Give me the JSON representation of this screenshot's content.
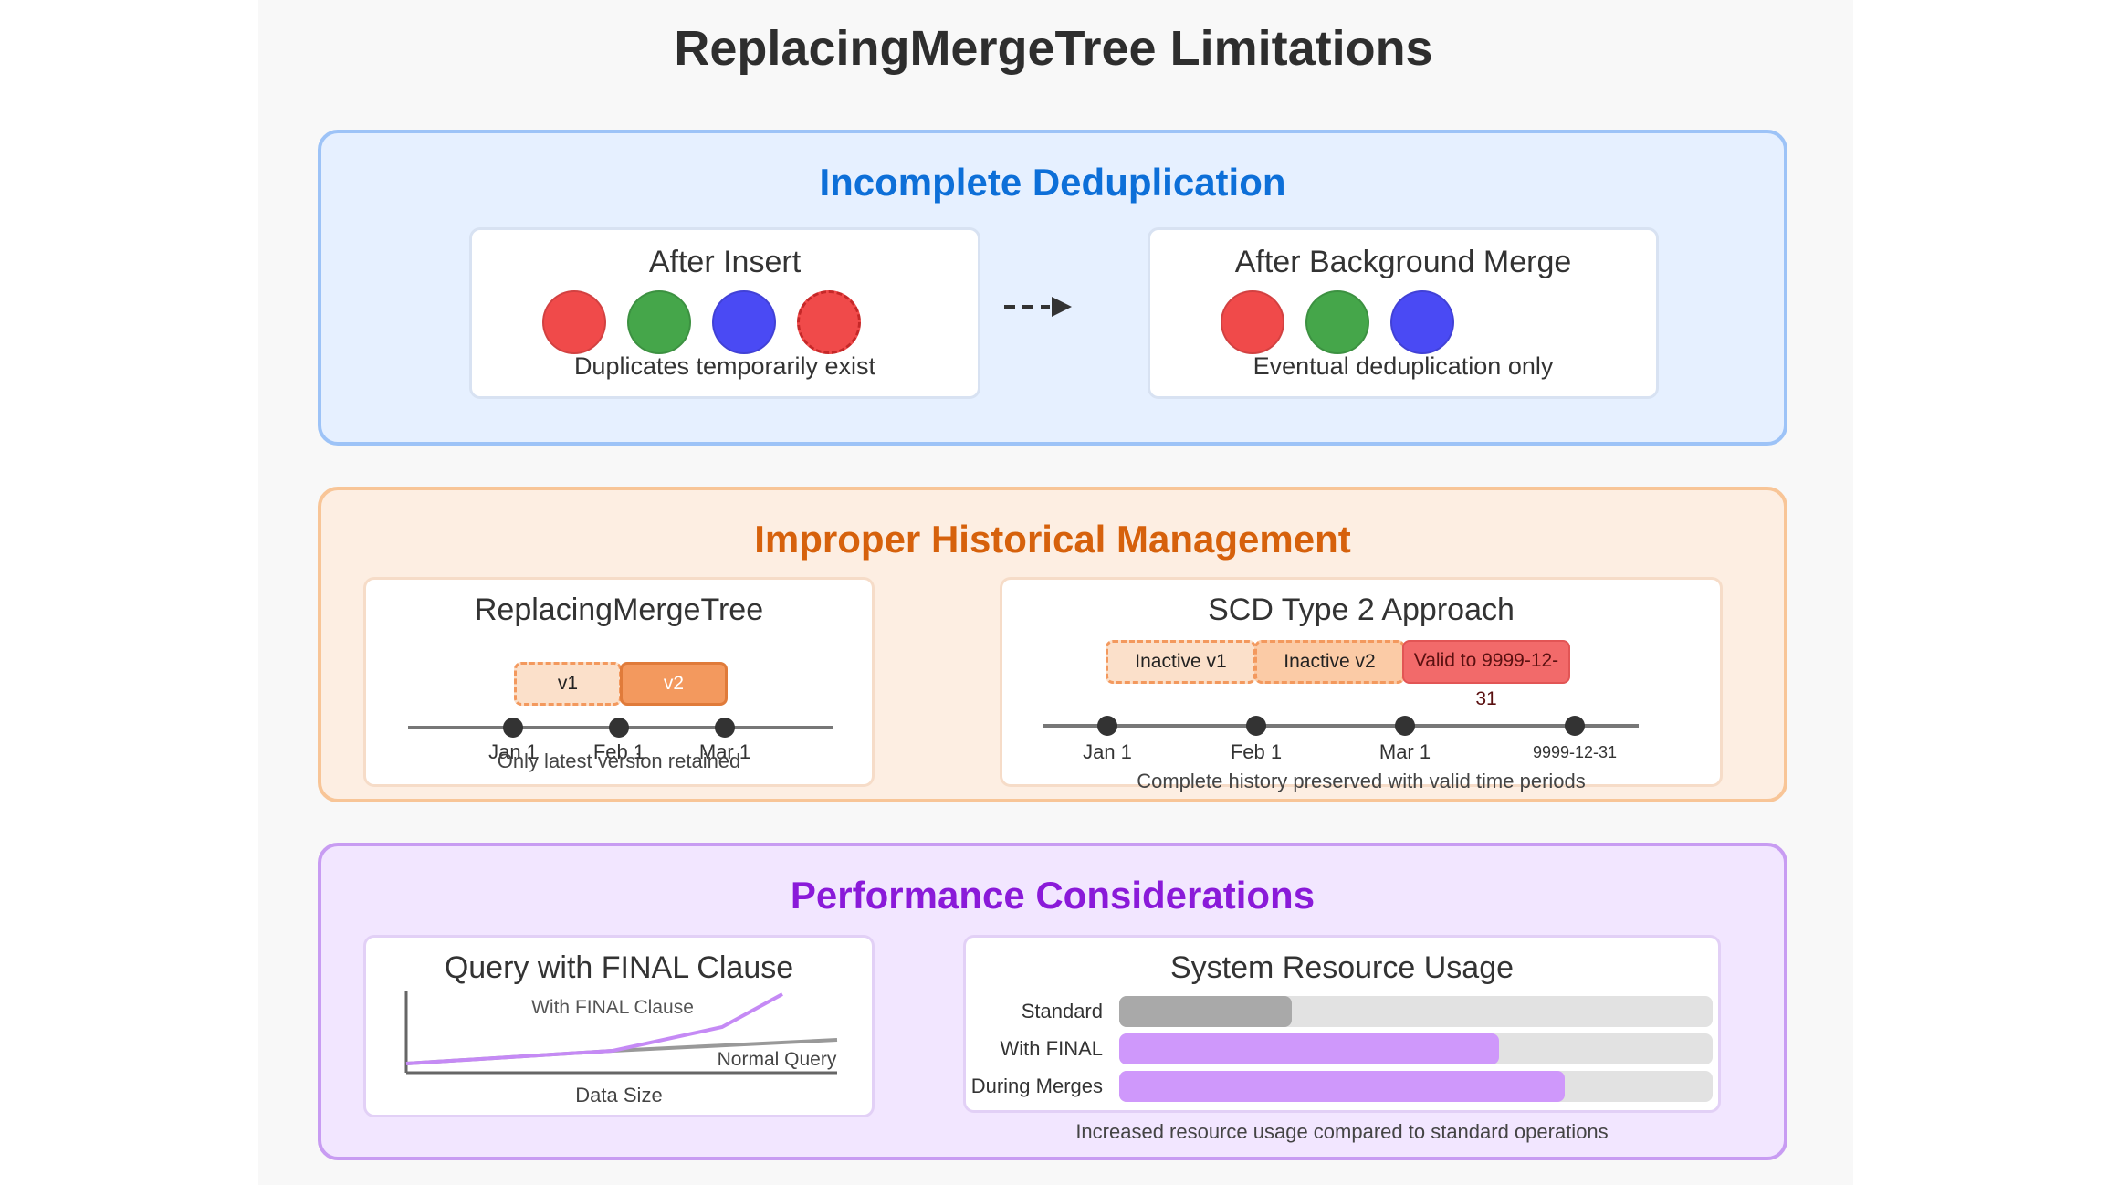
{
  "title": "ReplacingMergeTree Limitations",
  "colors": {
    "blue_title": "#0d6fd8",
    "orange_title": "#d6610c",
    "purple_title": "#8a1ad9",
    "red": "#f04a4a",
    "green": "#45a64a",
    "blue": "#4a4af4",
    "gray_bar": "#a9a9a9",
    "purple_bar": "#cf98fb",
    "red_segment": "#f26a6a",
    "orange_segment": "#f3995e"
  },
  "section1": {
    "title": "Incomplete Deduplication",
    "left_card": {
      "title": "After Insert",
      "caption": "Duplicates temporarily exist"
    },
    "right_card": {
      "title": "After Background Merge",
      "caption": "Eventual deduplication only"
    }
  },
  "section2": {
    "title": "Improper Historical Management",
    "left_card": {
      "title": "ReplacingMergeTree",
      "v1": "v1",
      "v2": "v2",
      "ticks": [
        "Jan 1",
        "Feb 1",
        "Mar 1"
      ],
      "caption": "Only latest version retained"
    },
    "right_card": {
      "title": "SCD Type 2 Approach",
      "segments": [
        "Inactive v1",
        "Inactive v2",
        "Valid to 9999-12-31"
      ],
      "ticks": [
        "Jan 1",
        "Feb 1",
        "Mar 1",
        "9999-12-31"
      ],
      "caption": "Complete history preserved with valid time periods"
    }
  },
  "section3": {
    "title": "Performance Considerations",
    "left_card": {
      "title": "Query with FINAL Clause",
      "line_final": "With FINAL Clause",
      "line_normal": "Normal Query",
      "xlabel": "Data Size"
    },
    "right_card": {
      "title": "System Resource Usage",
      "bars": [
        {
          "label": "Standard",
          "value": 0.29
        },
        {
          "label": "With FINAL",
          "value": 0.64
        },
        {
          "label": "During Merges",
          "value": 0.75
        }
      ],
      "caption": "Increased resource usage compared to standard operations"
    }
  }
}
